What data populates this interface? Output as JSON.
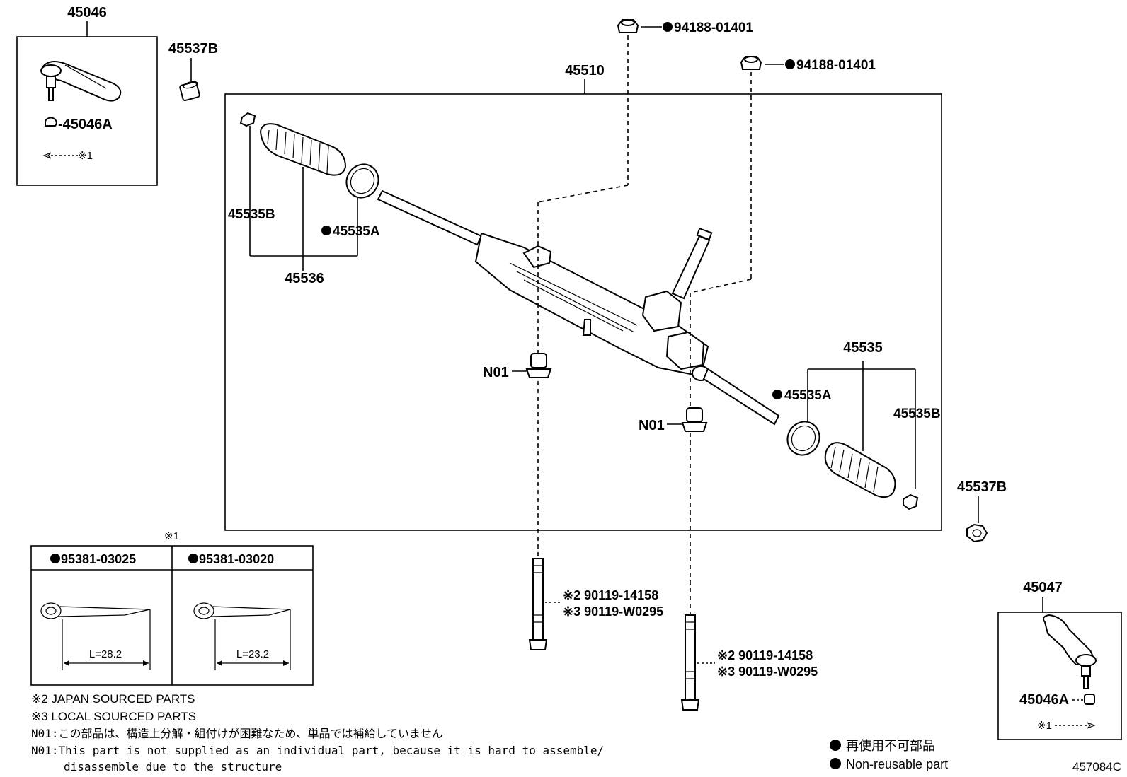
{
  "labels": {
    "tie_end_left": "45046",
    "tie_end_left_sub": "-45046A",
    "ref1_left": "※1",
    "bush_left": "45537B",
    "nut_top1": "94188-01401",
    "nut_top2": "94188-01401",
    "rack_assy": "45510",
    "boot_clamp_left": "45535B",
    "boot_band_left": "45535A",
    "boot_left_group": "45536",
    "boot_right_group": "45535",
    "boot_band_right": "45535A",
    "boot_clamp_right": "45535B",
    "n01_left": "N01",
    "n01_right": "N01",
    "bush_right": "45537B",
    "tie_end_right": "45047",
    "tie_end_right_sub": "45046A",
    "ref1_right": "※1",
    "bolt_left_jp": "※2 90119-14158",
    "bolt_left_local": "※3 90119-W0295",
    "bolt_right_jp": "※2 90119-14158",
    "bolt_right_local": "※3 90119-W0295",
    "pin_table_title": "※1",
    "pin_a_no": "95381-03025",
    "pin_a_len": "L=28.2",
    "pin_b_no": "95381-03020",
    "pin_b_len": "L=23.2"
  },
  "notes": {
    "note2": "※2 JAPAN SOURCED PARTS",
    "note3": "※3 LOCAL SOURCED PARTS",
    "n01_jp": "N01:この部品は、構造上分解・組付けが困難なため、単品では補給していません",
    "n01_en_1": "N01:This part is not supplied as an individual part, because it is hard to assemble/",
    "n01_en_2": "disassemble due to the structure"
  },
  "legend": {
    "jp": "再使用不可部品",
    "en": "Non-reusable part"
  },
  "figure_id": "457084C"
}
